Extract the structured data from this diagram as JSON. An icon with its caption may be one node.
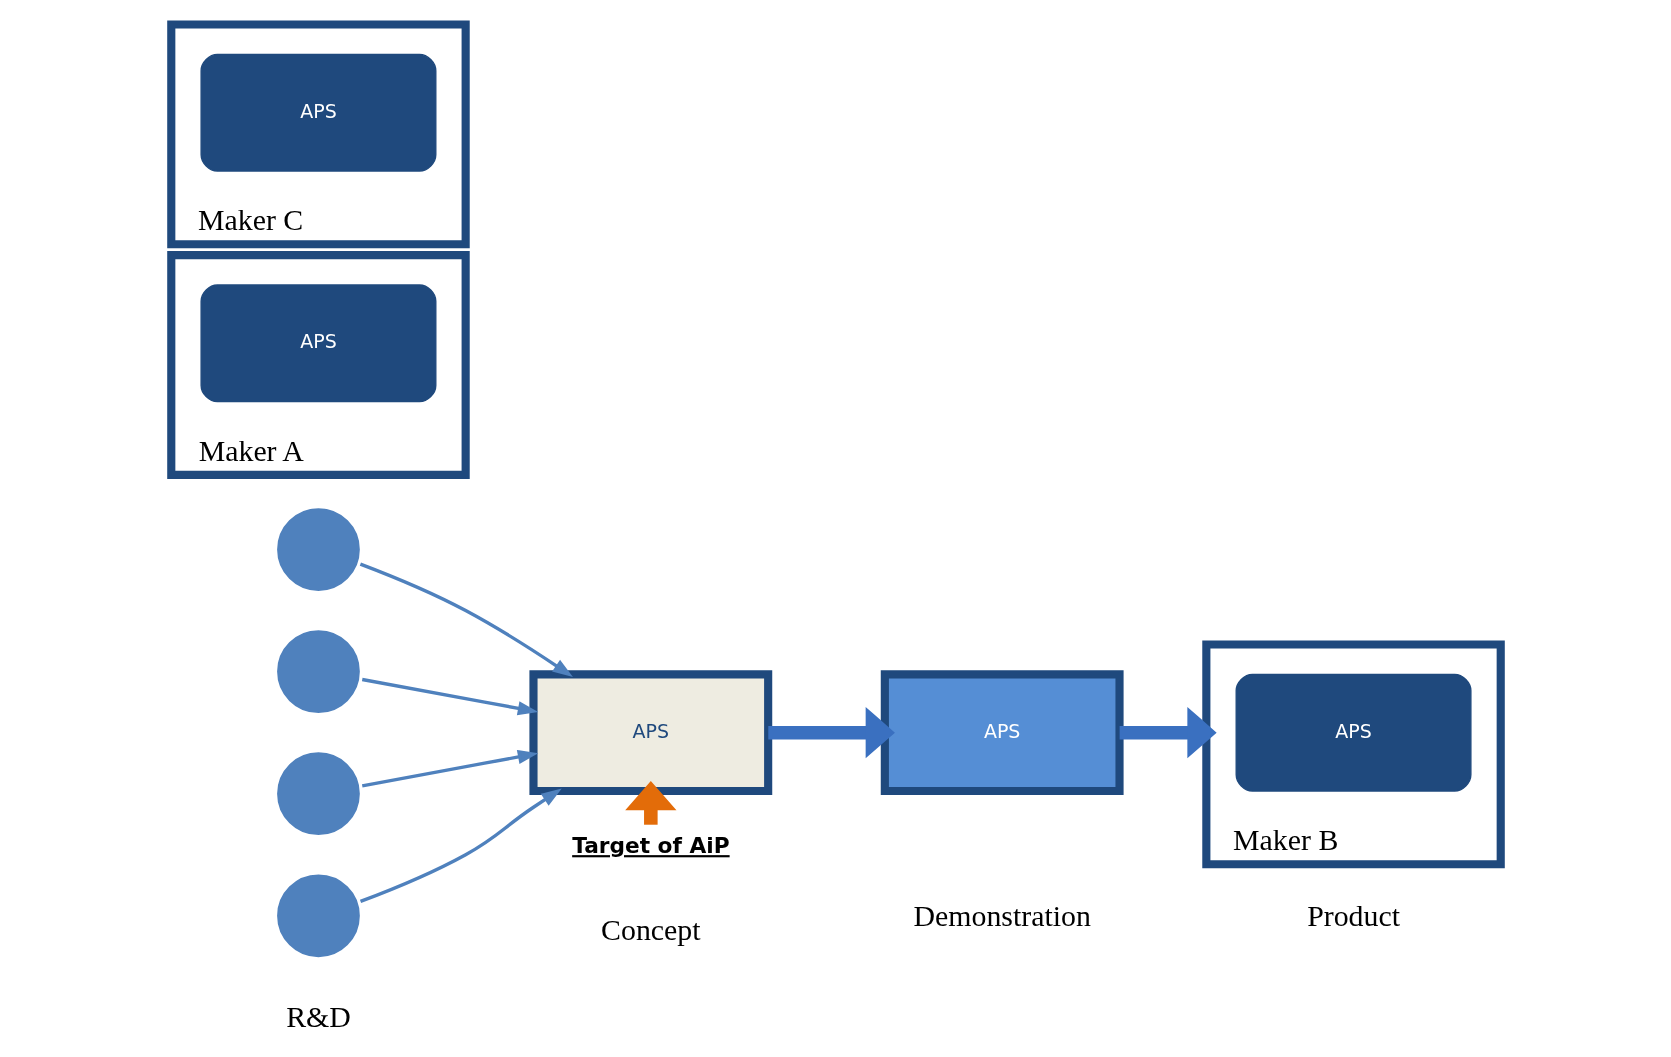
{
  "diagram": {
    "nodes": [
      {
        "text": [],
        "shape": "circle"
      },
      {
        "text": [],
        "shape": "circle"
      },
      {
        "text": [],
        "shape": "circle"
      },
      {
        "text": [],
        "shape": "circle"
      },
      {
        "text": [
          "APS"
        ]
      },
      {
        "text": [
          "APS"
        ]
      },
      {
        "text": [
          "Maker A"
        ]
      },
      {
        "text": [
          "APS"
        ],
        "in": 6
      },
      {
        "text": [
          "Maker B"
        ]
      },
      {
        "text": [
          "APS"
        ],
        "in": 8
      },
      {
        "text": [
          "Maker C"
        ]
      },
      {
        "text": [
          "APS"
        ],
        "in": 10
      },
      {
        "text": [
          "Target of AiP"
        ]
      }
    ],
    "edges": [
      {
        "from": 0,
        "to": 4,
        "arrow": "to"
      },
      {
        "from": 1,
        "to": 4,
        "arrow": "to"
      },
      {
        "from": 2,
        "to": 4,
        "arrow": "to"
      },
      {
        "from": 3,
        "to": 4,
        "arrow": "to"
      },
      {
        "from": 4,
        "to": 5,
        "arrow": "to",
        "style": "thick"
      },
      {
        "from": 5,
        "to": 8,
        "arrow": "to",
        "style": "thick"
      },
      {
        "from": 12,
        "to": 4,
        "arrow": "to",
        "style": "thick",
        "color": "#e36c09"
      }
    ],
    "labels": [
      "R&D",
      "Concept",
      "Demonstration",
      "Product"
    ]
  }
}
